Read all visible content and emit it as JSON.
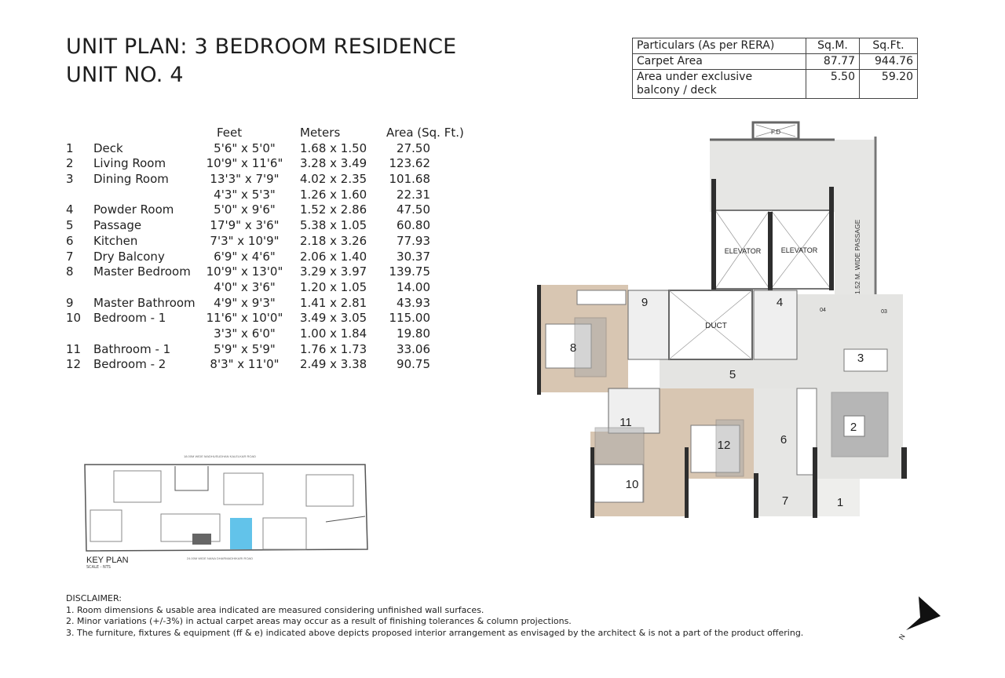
{
  "header": {
    "title_line1": "UNIT PLAN: 3 BEDROOM RESIDENCE",
    "title_line2": "UNIT NO. 4"
  },
  "rera_table": {
    "headers": [
      "Particulars (As per RERA)",
      "Sq.M.",
      "Sq.Ft."
    ],
    "rows": [
      {
        "label": "Carpet Area",
        "sqm": "87.77",
        "sqft": "944.76"
      },
      {
        "label": "Area under exclusive balcony / deck",
        "sqm": "5.50",
        "sqft": "59.20"
      }
    ]
  },
  "schedule": {
    "headers": {
      "feet": "Feet",
      "meters": "Meters",
      "area": "Area (Sq. Ft.)"
    },
    "rows": [
      {
        "num": "1",
        "name": "Deck",
        "feet": "5'6\" x 5'0\"",
        "meters": "1.68 x 1.50",
        "area": "27.50"
      },
      {
        "num": "2",
        "name": "Living Room",
        "feet": "10'9\" x 11'6\"",
        "meters": "3.28 x 3.49",
        "area": "123.62"
      },
      {
        "num": "3",
        "name": "Dining Room",
        "feet": "13'3\" x 7'9\"",
        "meters": "4.02 x 2.35",
        "area": "101.68"
      },
      {
        "num": "",
        "name": "",
        "feet": "4'3\" x 5'3\"",
        "meters": "1.26 x 1.60",
        "area": "22.31"
      },
      {
        "num": "4",
        "name": "Powder Room",
        "feet": "5'0\" x 9'6\"",
        "meters": "1.52 x 2.86",
        "area": "47.50"
      },
      {
        "num": "5",
        "name": "Passage",
        "feet": "17'9\" x 3'6\"",
        "meters": "5.38 x 1.05",
        "area": "60.80"
      },
      {
        "num": "6",
        "name": "Kitchen",
        "feet": "7'3\" x 10'9\"",
        "meters": "2.18 x 3.26",
        "area": "77.93"
      },
      {
        "num": "7",
        "name": "Dry Balcony",
        "feet": "6'9\" x 4'6\"",
        "meters": "2.06 x 1.40",
        "area": "30.37"
      },
      {
        "num": "8",
        "name": "Master Bedroom",
        "feet": "10'9\" x 13'0\"",
        "meters": "3.29 x 3.97",
        "area": "139.75"
      },
      {
        "num": "",
        "name": "",
        "feet": "4'0\" x 3'6\"",
        "meters": "1.20 x 1.05",
        "area": "14.00"
      },
      {
        "num": "9",
        "name": "Master Bathroom",
        "feet": "4'9\" x 9'3\"",
        "meters": "1.41 x 2.81",
        "area": "43.93"
      },
      {
        "num": "10",
        "name": "Bedroom - 1",
        "feet": "11'6\" x 10'0\"",
        "meters": "3.49 x 3.05",
        "area": "115.00"
      },
      {
        "num": "",
        "name": "",
        "feet": "3'3\" x 6'0\"",
        "meters": "1.00 x 1.84",
        "area": "19.80"
      },
      {
        "num": "11",
        "name": "Bathroom - 1",
        "feet": "5'9\" x 5'9\"",
        "meters": "1.76 x 1.73",
        "area": "33.06"
      },
      {
        "num": "12",
        "name": "Bedroom - 2",
        "feet": "8'3\" x 11'0\"",
        "meters": "2.49 x 3.38",
        "area": "90.75"
      }
    ]
  },
  "plan": {
    "fd": "F.D",
    "elevator1": "ELEVATOR",
    "elevator2": "ELEVATOR",
    "duct": "DUCT",
    "passage": "1.52 M. WIDE PASSAGE",
    "door1": "04",
    "door2": "03",
    "rooms": [
      "1",
      "2",
      "3",
      "4",
      "5",
      "6",
      "7",
      "8",
      "9",
      "10",
      "11",
      "12"
    ],
    "colors": {
      "floor_grey": "#e4e4e2",
      "floor_wood": "#d8c6b2",
      "wall": "#2e2e2e"
    }
  },
  "key_plan": {
    "title": "KEY PLAN",
    "scale": "SCALE - NTS",
    "road_top": "18.00M WIDE MADHUSUDHAN KALELKAR ROAD",
    "road_bottom": "24.00M WIDE NANA DHARMADHIKARI ROAD",
    "highlight_color": "#62c3ea"
  },
  "disclaimer": {
    "title": "DISCLAIMER:",
    "items": [
      "1. Room dimensions & usable area indicated are measured considering unfinished wall surfaces.",
      "2. Minor variations (+/-3%) in actual carpet areas may occur as a result of finishing tolerances & column projections.",
      "3. The furniture, fixtures & equipment (ff & e) indicated above depicts proposed interior arrangement as envisaged by the architect & is not a part of the product offering."
    ]
  },
  "north": {
    "label": "N"
  }
}
